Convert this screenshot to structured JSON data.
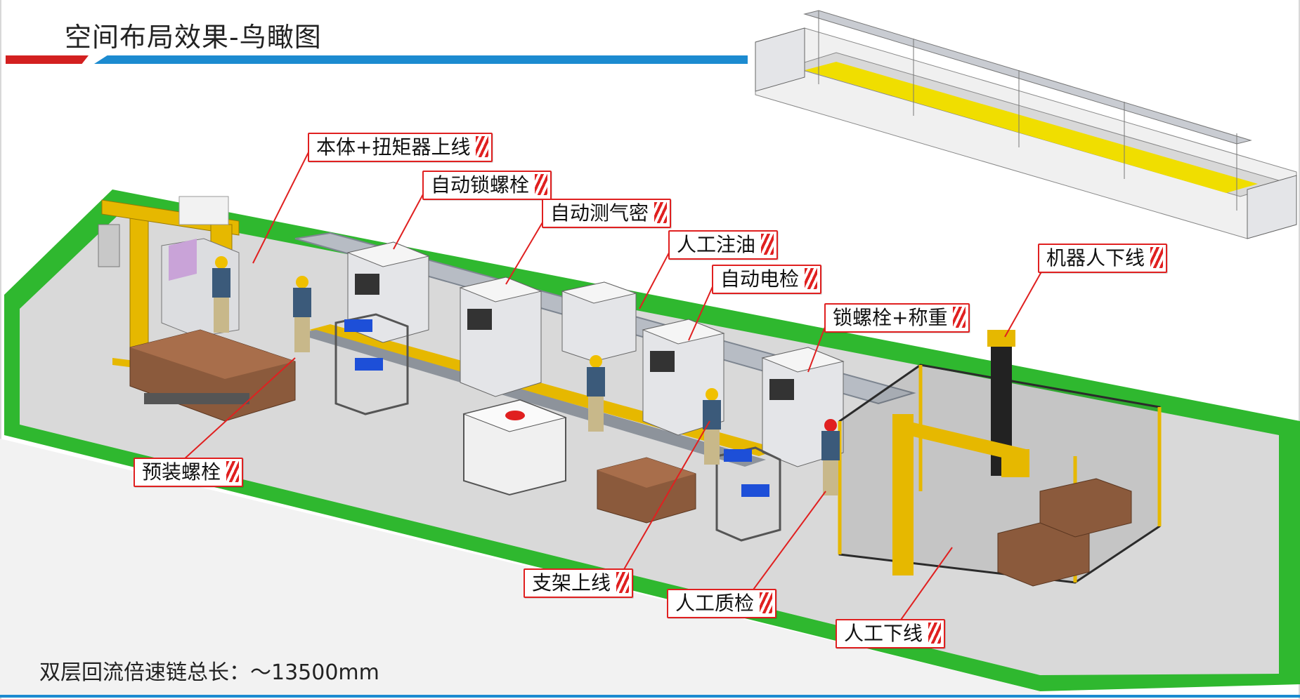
{
  "header": {
    "title": "空间布局效果-鸟瞰图"
  },
  "labels": {
    "body_torque_loading": "本体+扭矩器上线",
    "auto_bolt_locking": "自动锁螺栓",
    "auto_air_tightness": "自动测气密",
    "manual_oil_filling": "人工注油",
    "auto_electrical_test": "自动电检",
    "bolt_locking_weighing": "锁螺栓+称重",
    "robot_unloading": "机器人下线",
    "pre_install_bolts": "预装螺栓",
    "bracket_loading": "支架上线",
    "manual_quality_check": "人工质检",
    "manual_unloading": "人工下线"
  },
  "footer": {
    "text": "双层回流倍速链总长：～13500mm"
  },
  "colors": {
    "accent_red": "#e02020",
    "accent_blue": "#1c8bd0",
    "floor_green": "#2fb82f",
    "floor_grey": "#d9d9d9",
    "machine_yellow": "#e6b800",
    "conveyor_grey": "#b7bcc4"
  }
}
